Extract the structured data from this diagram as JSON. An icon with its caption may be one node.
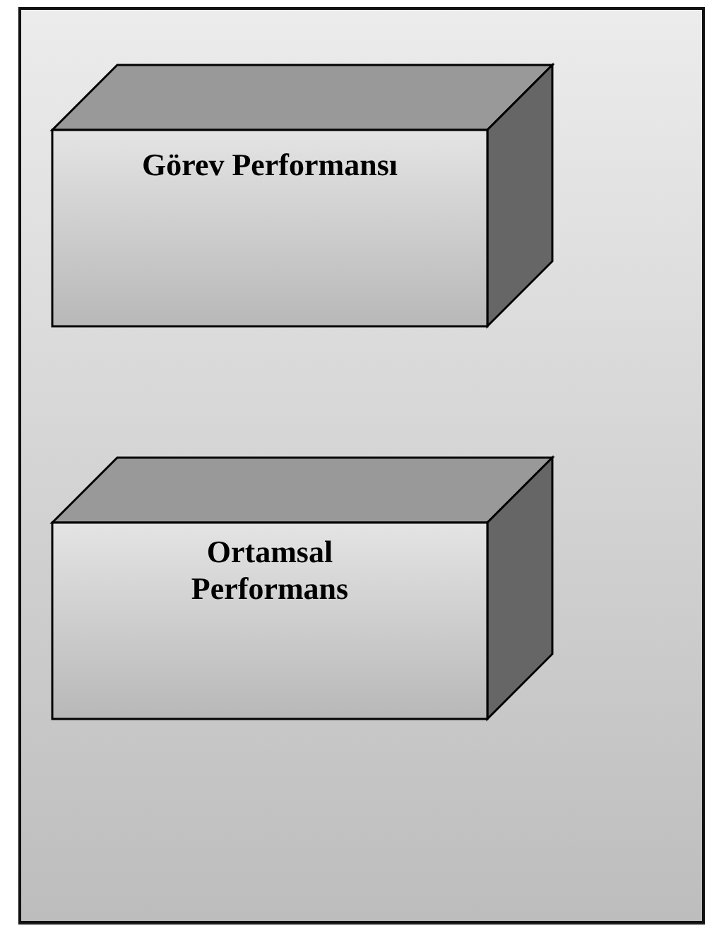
{
  "diagram": {
    "nodes": [
      {
        "text": [],
        "shape": "box"
      },
      {
        "text": [
          "Görev Performansı"
        ],
        "in": 0
      },
      {
        "text": [
          "Ortamsal Performans"
        ],
        "in": 0
      }
    ]
  }
}
